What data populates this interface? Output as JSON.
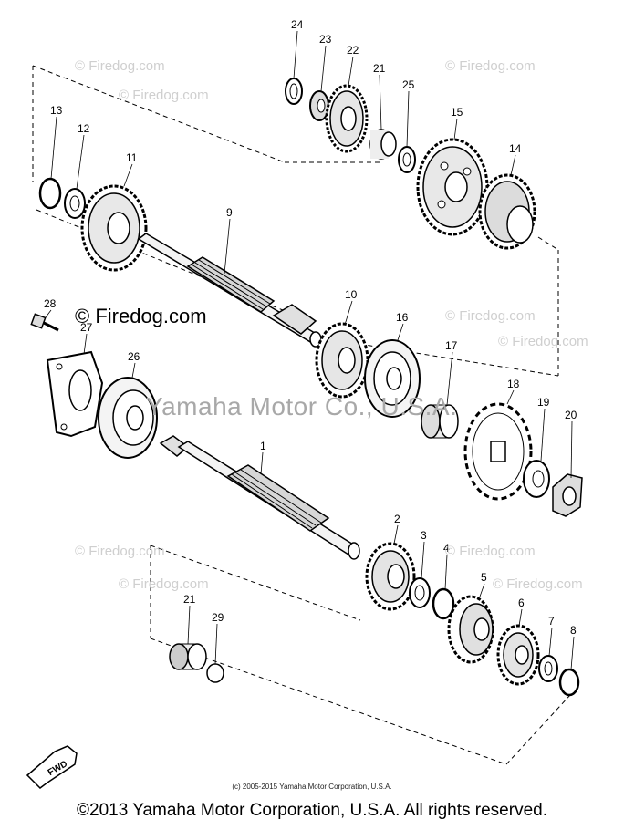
{
  "watermarks": {
    "firedog": "© Firedog.com",
    "firedog_prominent": "© Firedog.com",
    "yamaha_overlay": "Yamaha Motor Co., U.S.A."
  },
  "fwd_label": "FWD",
  "copyright_small": "(c) 2005-2015 Yamaha Motor Corporation, U.S.A.",
  "copyright_main": "©2013 Yamaha Motor Corporation, U.S.A. All rights reserved.",
  "parts": [
    "24",
    "23",
    "22",
    "21",
    "25",
    "15",
    "14",
    "13",
    "12",
    "11",
    "9",
    "10",
    "16",
    "17",
    "18",
    "19",
    "20",
    "28",
    "27",
    "26",
    "1",
    "2",
    "3",
    "4",
    "5",
    "6",
    "7",
    "8",
    "21",
    "29"
  ]
}
